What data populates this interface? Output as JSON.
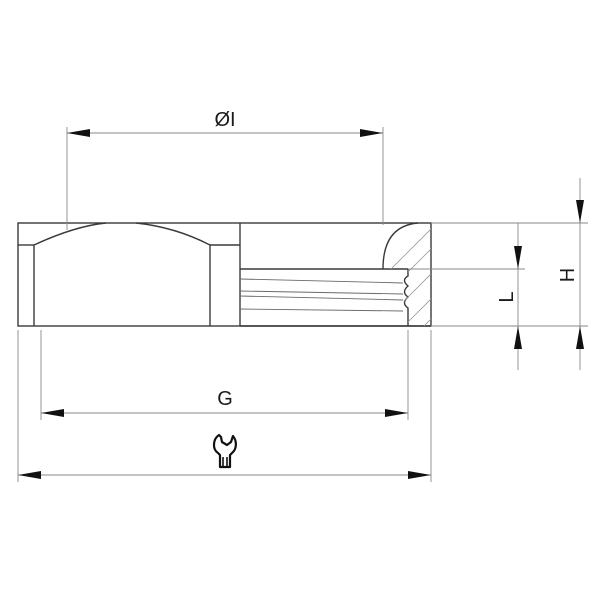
{
  "drawing": {
    "title": "Sealing nut / cap technical drawing",
    "colors": {
      "outline": "#3a3a3a",
      "dimension": "#8a8a8a",
      "arrow": "#111111",
      "background": "#ffffff"
    }
  },
  "dimensions": {
    "inner_diameter": {
      "label": "ØI",
      "orientation": "horizontal"
    },
    "thread": {
      "label": "G",
      "orientation": "horizontal"
    },
    "wrench_size": {
      "label": "",
      "icon": "wrench-icon",
      "orientation": "horizontal"
    },
    "thread_length": {
      "label": "L",
      "orientation": "vertical"
    },
    "height": {
      "label": "H",
      "orientation": "vertical"
    }
  }
}
